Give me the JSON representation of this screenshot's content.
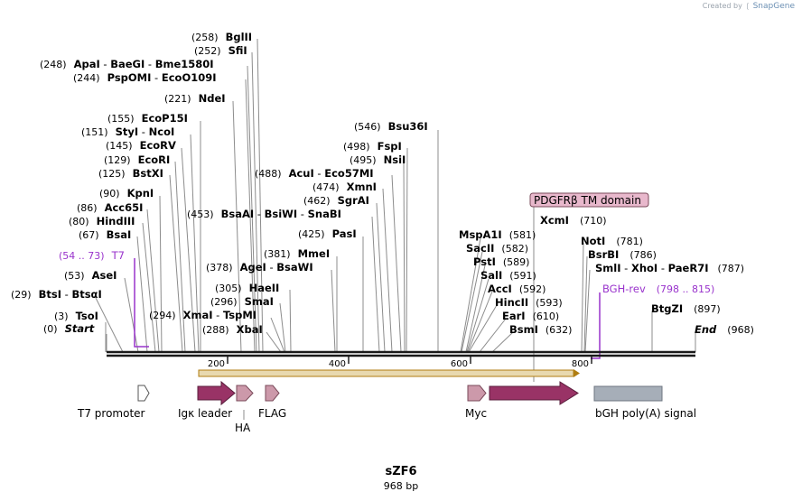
{
  "branding": {
    "prefix": "Created by",
    "brand": "SnapGene"
  },
  "title": "sZF6",
  "length_label": "968 bp",
  "sites": [
    {
      "pos": "(0)",
      "name": "Start",
      "italic": true
    },
    {
      "pos": "(3)",
      "name": "TsoI"
    },
    {
      "pos": "(29)",
      "name": "BtsI",
      "alias": "BtsαI"
    },
    {
      "pos": "(53)",
      "name": "AseI"
    },
    {
      "pos": "(67)",
      "name": "BsaI"
    },
    {
      "pos": "(80)",
      "name": "HindIII"
    },
    {
      "pos": "(86)",
      "name": "Acc65I"
    },
    {
      "pos": "(90)",
      "name": "KpnI"
    },
    {
      "pos": "(125)",
      "name": "BstXI"
    },
    {
      "pos": "(129)",
      "name": "EcoRI"
    },
    {
      "pos": "(145)",
      "name": "EcoRV"
    },
    {
      "pos": "(151)",
      "name": "StyI",
      "alias": "NcoI"
    },
    {
      "pos": "(155)",
      "name": "EcoP15I"
    },
    {
      "pos": "(221)",
      "name": "NdeI"
    },
    {
      "pos": "(244)",
      "name": "PspOMI",
      "alias": "EcoO109I"
    },
    {
      "pos": "(248)",
      "name": "ApaI",
      "alias": "BaeGI",
      "alias2": "Bme1580I"
    },
    {
      "pos": "(252)",
      "name": "SfiI"
    },
    {
      "pos": "(258)",
      "name": "BglII"
    },
    {
      "pos": "(288)",
      "name": "XbaI"
    },
    {
      "pos": "(294)",
      "name": "XmaI",
      "alias": "TspMI"
    },
    {
      "pos": "(296)",
      "name": "SmaI"
    },
    {
      "pos": "(305)",
      "name": "HaeII"
    },
    {
      "pos": "(378)",
      "name": "AgeI",
      "alias": "BsaWI"
    },
    {
      "pos": "(381)",
      "name": "MmeI"
    },
    {
      "pos": "(425)",
      "name": "PasI"
    },
    {
      "pos": "(453)",
      "name": "BsaAI",
      "alias": "BsiWI",
      "alias2": "SnaBI"
    },
    {
      "pos": "(462)",
      "name": "SgrAI"
    },
    {
      "pos": "(474)",
      "name": "XmnI"
    },
    {
      "pos": "(488)",
      "name": "AcuI",
      "alias": "Eco57MI"
    },
    {
      "pos": "(495)",
      "name": "NsiI"
    },
    {
      "pos": "(498)",
      "name": "FspI"
    },
    {
      "pos": "(546)",
      "name": "Bsu36I"
    },
    {
      "pos": "(581)",
      "name": "MspA1I"
    },
    {
      "pos": "(582)",
      "name": "SacII"
    },
    {
      "pos": "(589)",
      "name": "PstI"
    },
    {
      "pos": "(591)",
      "name": "SalI"
    },
    {
      "pos": "(592)",
      "name": "AccI"
    },
    {
      "pos": "(593)",
      "name": "HincII"
    },
    {
      "pos": "(610)",
      "name": "EarI"
    },
    {
      "pos": "(632)",
      "name": "BsmI"
    },
    {
      "pos": "(710)",
      "name": "XcmI"
    },
    {
      "pos": "(781)",
      "name": "NotI"
    },
    {
      "pos": "(786)",
      "name": "BsrBI"
    },
    {
      "pos": "(787)",
      "name": "SmlI",
      "alias": "XhoI",
      "alias2": "PaeR7I"
    },
    {
      "pos": "(897)",
      "name": "BtgZI"
    },
    {
      "pos": "(968)",
      "name": "End",
      "italic": true
    }
  ],
  "primers": [
    {
      "range": "(54 .. 73)",
      "name": "T7"
    },
    {
      "range": "(798 .. 815)",
      "name": "BGH-rev"
    }
  ],
  "features": [
    {
      "name": "T7 promoter"
    },
    {
      "name": "Igκ leader"
    },
    {
      "name": "HA"
    },
    {
      "name": "FLAG"
    },
    {
      "name": "Myc"
    },
    {
      "name": "PDGFRβ TM domain"
    },
    {
      "name": "bGH poly(A) signal"
    }
  ],
  "ticks": [
    "200",
    "400",
    "600",
    "800"
  ],
  "colors": {
    "backbone": "#1a1a1a",
    "orf_fill": "#e8d9b0",
    "orf_arrow": "#b07d10",
    "feature_dark": "#993366",
    "feature_light": "#cc99aa",
    "polyA": "#a6aeb8",
    "primer": "#9933cc",
    "tm_label_bg": "#e8b8cc"
  }
}
